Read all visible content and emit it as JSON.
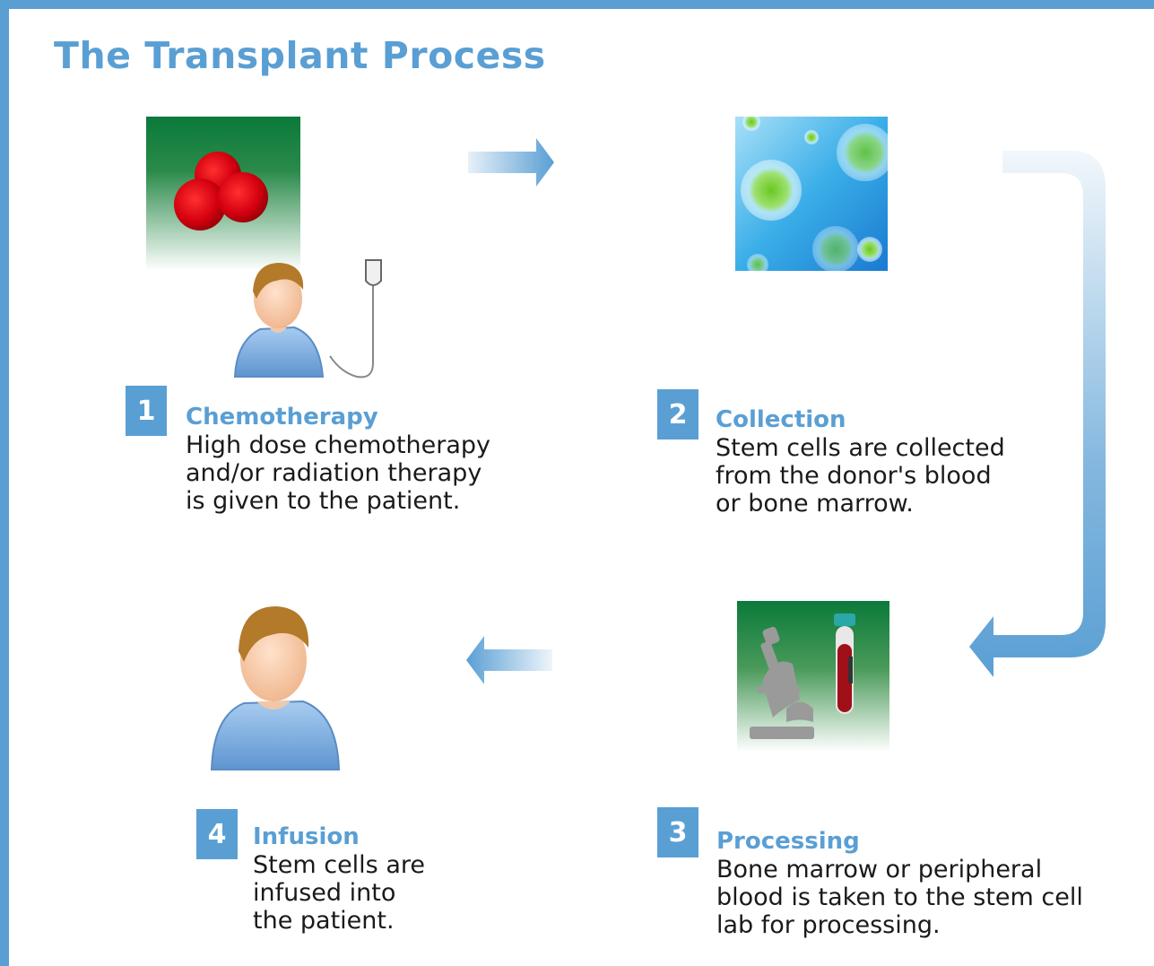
{
  "title": "The Transplant Process",
  "colors": {
    "accent": "#5a9fd4",
    "text": "#1a1a1a"
  },
  "steps": [
    {
      "number": "1",
      "title": "Chemotherapy",
      "description": "High dose chemotherapy\nand/or radiation therapy\nis given to the patient.",
      "icons": [
        "blood-cells-image",
        "patient-icon",
        "iv-bag-icon"
      ]
    },
    {
      "number": "2",
      "title": "Collection",
      "description": "Stem cells are collected\nfrom the donor's blood\nor bone marrow.",
      "icons": [
        "stem-cells-image"
      ]
    },
    {
      "number": "3",
      "title": "Processing",
      "description": "Bone marrow or peripheral\nblood is taken to the stem cell\nlab for processing.",
      "icons": [
        "microscope-icon",
        "blood-tube-icon"
      ]
    },
    {
      "number": "4",
      "title": "Infusion",
      "description": "Stem cells are\ninfused into\nthe patient.",
      "icons": [
        "patient-icon"
      ]
    }
  ],
  "flow": [
    "1 → 2",
    "2 → 3",
    "3 → 4"
  ]
}
